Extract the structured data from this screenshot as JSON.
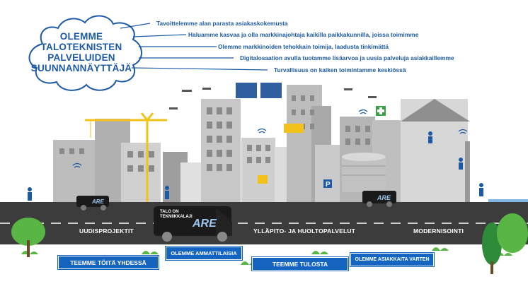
{
  "headline": {
    "lines": [
      "OLEMME",
      "TALOTEKNISTEN",
      "PALVELUIDEN",
      "SUUNNANNÄYTTÄJÄ"
    ]
  },
  "goals": [
    "Tavoittelemme alan parasta asiakaskokemusta",
    "Haluamme kasvaa ja olla markkinajohtaja kaikilla paikkakunnilla, joissa toimimme",
    "Olemme markkinoiden tehokkain toimija, laadusta tinkimättä",
    "Digitalosaation avulla tuotamme lisäarvoa ja uusia palveluja asiakkaillemme",
    "Turvallisuus on kaiken toimintamme keskiössä"
  ],
  "road_labels": {
    "new_projects": "UUDISPROJEKTIT",
    "maintenance": "YLLÄPITO- JA HUOLTOPALVELUT",
    "renovation": "MODERNISOINTI"
  },
  "signs": {
    "together": "TEEMME TÖITÄ YHDESSÄ",
    "professionals": "OLEMME AMMATTILAISIA",
    "results": "TEEMME TULOSTA",
    "customers": "OLEMME ASIAKKAITA VARTEN"
  },
  "van": {
    "text_line1": "TALO ON",
    "text_line2": "TEKNIIKKALAJI",
    "logo": "ARE"
  },
  "small_van_logo": "ARE",
  "colors": {
    "brand_blue": "#1d5aa6",
    "sign_blue": "#1565c0",
    "road": "#3c3c3c",
    "building_grey": "#c8c8c8",
    "crane_yellow": "#f2c21b",
    "tree_green": "#5ab644",
    "water_blue": "#7fb6e4"
  }
}
